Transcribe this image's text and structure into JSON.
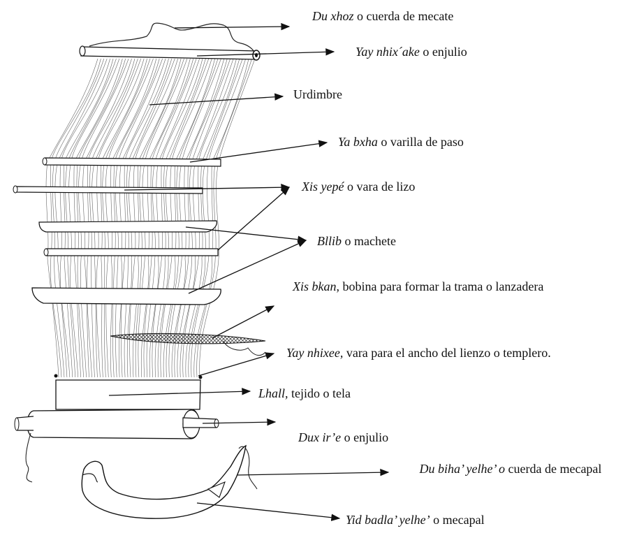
{
  "labels": [
    {
      "id": "du-xhoz",
      "term": "Du xhoz",
      "rest": " o cuerda de mecate"
    },
    {
      "id": "yay-nhixake",
      "term": "Yay nhix´ake",
      "rest": " o enjulio"
    },
    {
      "id": "urdimbre",
      "term": "",
      "rest": "Urdimbre"
    },
    {
      "id": "ya-bxha",
      "term": "Ya bxha",
      "rest": " o varilla de paso"
    },
    {
      "id": "xis-yepe",
      "term": "Xis yepé",
      "rest": " o vara de lizo"
    },
    {
      "id": "bllib",
      "term": "Bllib",
      "rest": " o machete"
    },
    {
      "id": "xis-bkan",
      "term": "Xis bkan",
      "rest": ", bobina para formar la trama o lanzadera"
    },
    {
      "id": "yay-nhixee",
      "term": "Yay nhixee,",
      "rest": " vara para el ancho del lienzo o templero."
    },
    {
      "id": "lhall",
      "term": "Lhall,",
      "rest": " tejido o tela"
    },
    {
      "id": "dux-ire",
      "term": "Dux ir’e",
      "rest": " o enjulio"
    },
    {
      "id": "du-biha",
      "term": "Du biha’ yelhe’ o",
      "rest": " cuerda de mecapal"
    },
    {
      "id": "yid-badla",
      "term": "Yid badla’ yelhe’",
      "rest": " o mecapal"
    }
  ]
}
